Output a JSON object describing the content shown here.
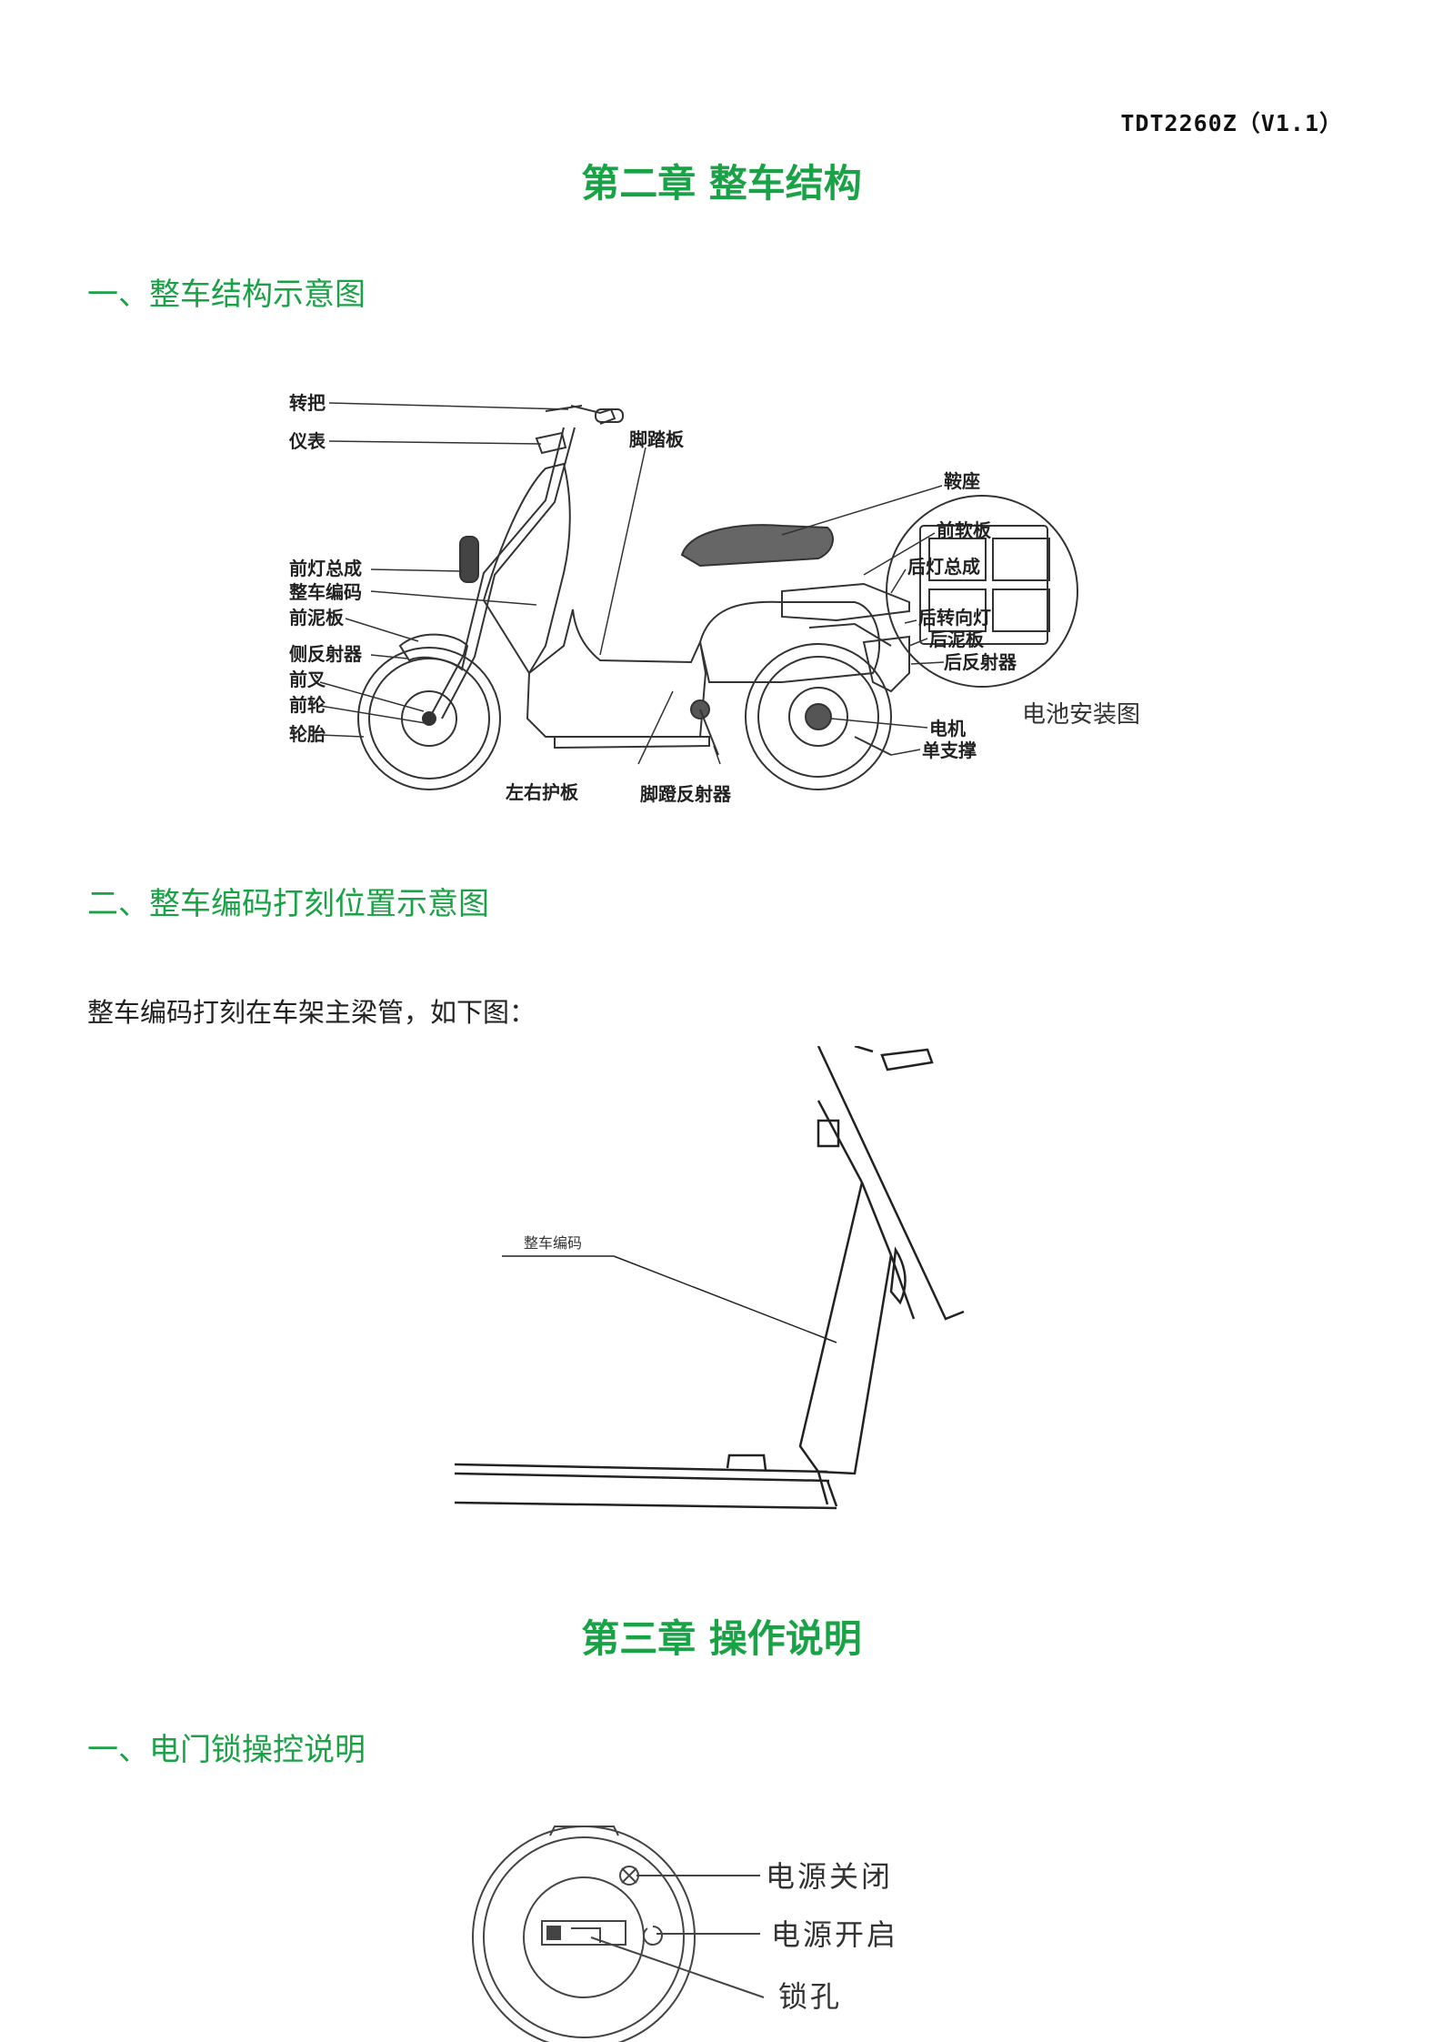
{
  "doc_id": "TDT2260Z（V1.1）",
  "chapter2": {
    "title": "第二章  整车结构",
    "section1": "一、整车结构示意图",
    "scooter_labels": {
      "handlebar": "转把",
      "meter": "仪表",
      "headlight": "前灯总成",
      "vin": "整车编码",
      "front_fender": "前泥板",
      "side_reflector": "侧反射器",
      "front_fork": "前叉",
      "front_wheel": "前轮",
      "tire": "轮胎",
      "footboard": "脚踏板",
      "side_guard": "左右护板",
      "pedal_reflector": "脚蹬反射器",
      "seat": "鞍座",
      "front_soft_board": "前软板",
      "rear_light": "后灯总成",
      "rear_turn_light": "后转向灯",
      "rear_fender": "后泥板",
      "rear_reflector": "后反射器",
      "motor": "电机",
      "single_stand": "单支撑",
      "battery_diagram": "电池安装图"
    },
    "section2": "二、整车编码打刻位置示意图",
    "vin_paragraph": "整车编码打刻在车架主梁管，如下图：",
    "frame_label": "整车编码"
  },
  "chapter3": {
    "title": "第三章 操作说明",
    "section1": "一、电门锁操控说明",
    "lock_labels": {
      "power_off": "电源关闭",
      "power_on": "电源开启",
      "keyhole": "锁孔"
    }
  }
}
